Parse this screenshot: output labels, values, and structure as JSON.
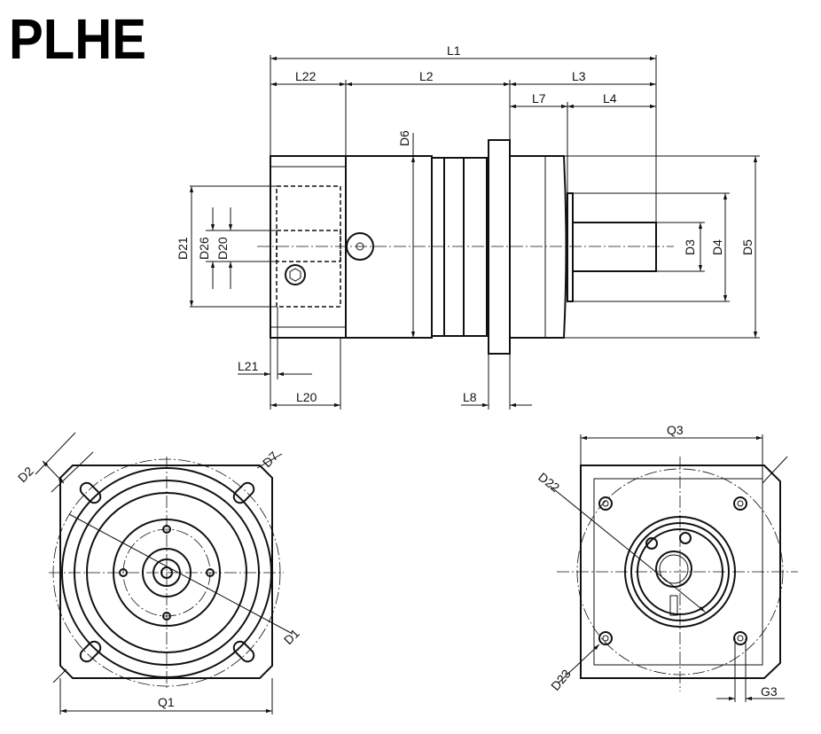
{
  "title": "PLHE",
  "side_view": {
    "labels": {
      "L1": "L1",
      "L22": "L22",
      "L2": "L2",
      "L3": "L3",
      "L7": "L7",
      "L4": "L4",
      "D6": "D6",
      "D3": "D3",
      "D4": "D4",
      "D5": "D5",
      "D21": "D21",
      "D26": "D26",
      "D20": "D20",
      "L21": "L21",
      "L20": "L20",
      "L8": "L8"
    }
  },
  "input_end_view": {
    "labels": {
      "D2": "D2",
      "D7": "D7",
      "D1": "D1",
      "Q1": "Q1"
    }
  },
  "output_end_view": {
    "labels": {
      "Q3": "Q3",
      "D22": "D22",
      "D23": "D23",
      "G3": "G3"
    }
  }
}
